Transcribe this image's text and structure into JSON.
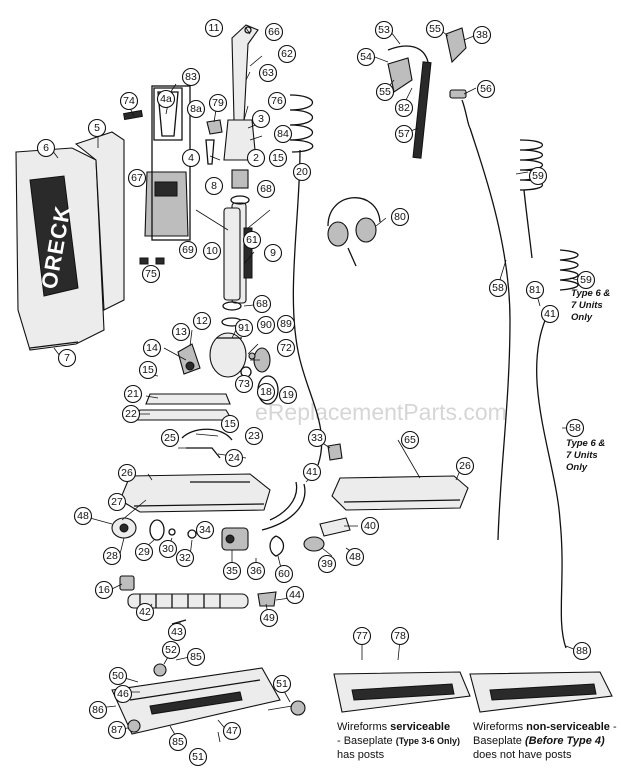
{
  "watermark": "eReplacementParts.com",
  "brand": "ORECK",
  "callouts": [
    "11",
    "66",
    "62",
    "63",
    "83",
    "74",
    "4a",
    "8a",
    "79",
    "76",
    "3",
    "84",
    "5",
    "6",
    "4",
    "2",
    "15",
    "8",
    "68",
    "20",
    "67",
    "69",
    "10",
    "61",
    "9",
    "75",
    "68",
    "12",
    "91",
    "90",
    "89",
    "13",
    "72",
    "14",
    "15",
    "73",
    "18",
    "19",
    "21",
    "22",
    "15",
    "23",
    "25",
    "24",
    "26",
    "27",
    "48",
    "28",
    "29",
    "30",
    "32",
    "34",
    "35",
    "36",
    "60",
    "16",
    "42",
    "43",
    "49",
    "44",
    "52",
    "85",
    "50",
    "46",
    "86",
    "87",
    "85",
    "47",
    "51",
    "51",
    "53",
    "54",
    "55",
    "82",
    "57",
    "55",
    "38",
    "56",
    "59",
    "80",
    "58",
    "81",
    "59",
    "41",
    "58",
    "88",
    "33",
    "65",
    "26",
    "41",
    "40",
    "39",
    "48",
    "77",
    "78",
    "7"
  ],
  "notes": {
    "type67_a": "Type 6 &",
    "type67_b": "7 Units",
    "type67_c": "Only"
  },
  "captions": {
    "left_line1_plain": "Wireforms ",
    "left_line1_bold": "serviceable",
    "left_line2_plain": "- Baseplate ",
    "left_line2_small": "(Type 3-6 Only)",
    "left_line3": "has posts",
    "right_line1_plain": "Wireforms ",
    "right_line1_bold": "non-serviceable",
    "right_line1_tail": " -",
    "right_line2_plain": "Baseplate ",
    "right_line2_bi": "(Before Type 4)",
    "right_line3": "does not have posts"
  }
}
